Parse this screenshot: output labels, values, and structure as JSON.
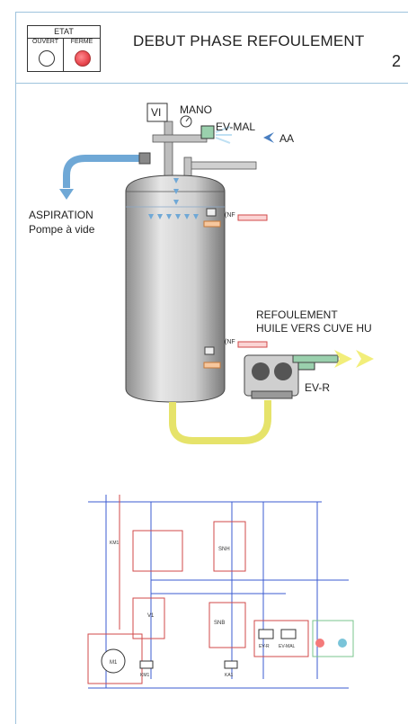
{
  "etat": {
    "title": "ETAT",
    "ouvert": "OUVERT",
    "ferme": "FERME"
  },
  "header": {
    "title": "DEBUT PHASE REFOULEMENT",
    "page_number": "2"
  },
  "diagram": {
    "vi": "VI",
    "mano": "MANO",
    "ev_mal": "EV-MAL",
    "aa": "AA",
    "aspiration": "ASPIRATION",
    "pompe_a_vide": "Pompe à vide",
    "nf_top": "(NF",
    "nf_bottom": "(NF",
    "refoulement": "REFOULEMENT",
    "huile_vers_cuve": "HUILE VERS CUVE HU",
    "ev_r": "EV-R"
  },
  "schematic": {
    "km1_a": "KM1",
    "m1": "M1",
    "v1": "V1",
    "snh": "SNH",
    "snb": "SNB",
    "evr": "EV-R",
    "evmal": "EV-MAL",
    "km1_coil": "KM1",
    "ka1_coil": "KA1"
  },
  "colors": {
    "frame": "#9ec3dd",
    "lamp_ferme": "#e8454d",
    "tank": "#d8d8d8",
    "suction_hose": "#6fa8d6",
    "return_hose": "#e6e36a",
    "ev_mal_tag": "#e87a7a",
    "wire_blue": "#3b5bd0",
    "wire_red": "#d24a4a"
  }
}
